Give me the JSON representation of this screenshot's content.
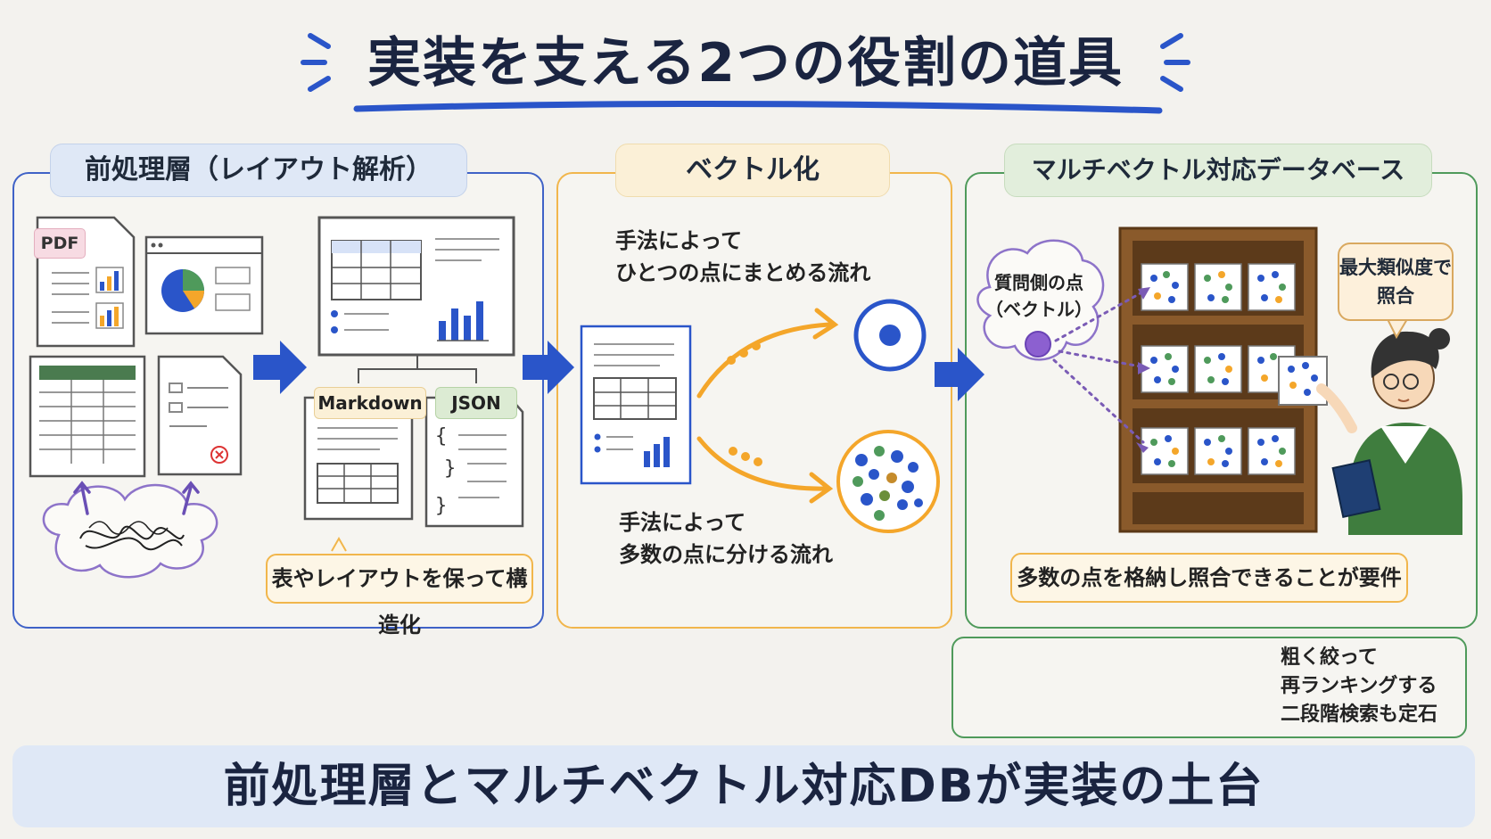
{
  "title": "実装を支える2つの役割の道具",
  "panels": {
    "preprocessing": {
      "label": "前処理層（レイアウト解析）",
      "pdf_tag": "PDF",
      "format_markdown": "Markdown",
      "format_json": "JSON",
      "note": "表やレイアウトを保って構造化"
    },
    "vectorization": {
      "label": "ベクトル化",
      "single_flow": "手法によって\nひとつの点にまとめる流れ",
      "multi_flow": "手法によって\n多数の点に分ける流れ"
    },
    "database": {
      "label": "マルチベクトル対応データベース",
      "query_label": "質問側の点\n（ベクトル）",
      "bubble": "最大類似度で\n照合",
      "note": "多数の点を格納し照合できることが要件",
      "rerank_text": "粗く絞って\n再ランキングする\n二段階検索も定石"
    }
  },
  "footer": "前処理層とマルチベクトル対応DBが実装の土台",
  "colors": {
    "blue_accent": "#2a55c9",
    "orange_accent": "#f4a62a",
    "green_accent": "#4f9a5b",
    "purple_accent": "#7a5bb5",
    "navy_text": "#1a2440"
  }
}
